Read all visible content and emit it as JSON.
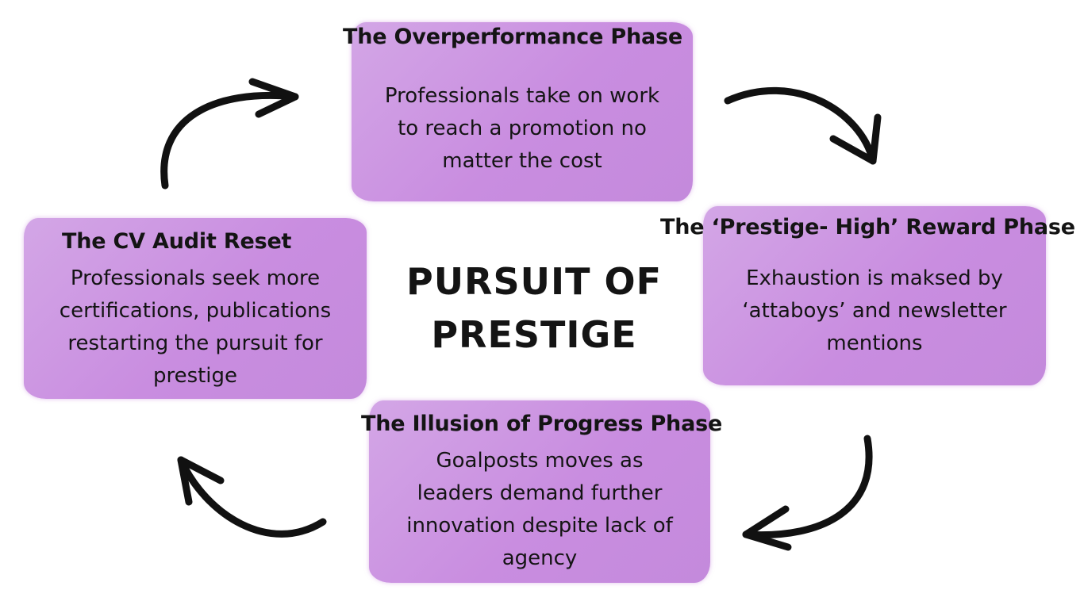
{
  "center": {
    "title": "PURSUIT OF\nPRESTIGE"
  },
  "phases": [
    {
      "title": "The Overperformance Phase",
      "description": "Professionals take on work\nto reach a promotion no\nmatter the cost"
    },
    {
      "title": "The ‘Prestige- High’ Reward Phase",
      "description": "Exhaustion is maksed by\n‘attaboys’ and newsletter\nmentions"
    },
    {
      "title": "The Illusion of Progress Phase",
      "description": "Goalposts moves as\nleaders demand further\ninnovation despite lack of\nagency"
    },
    {
      "title": "The CV Audit Reset",
      "description": "Professionals seek more\ncertifications, publications\nrestarting the pursuit for\nprestige"
    }
  ],
  "colors": {
    "box_fill": "#c98de0",
    "text": "#141414",
    "arrow": "#111111"
  }
}
